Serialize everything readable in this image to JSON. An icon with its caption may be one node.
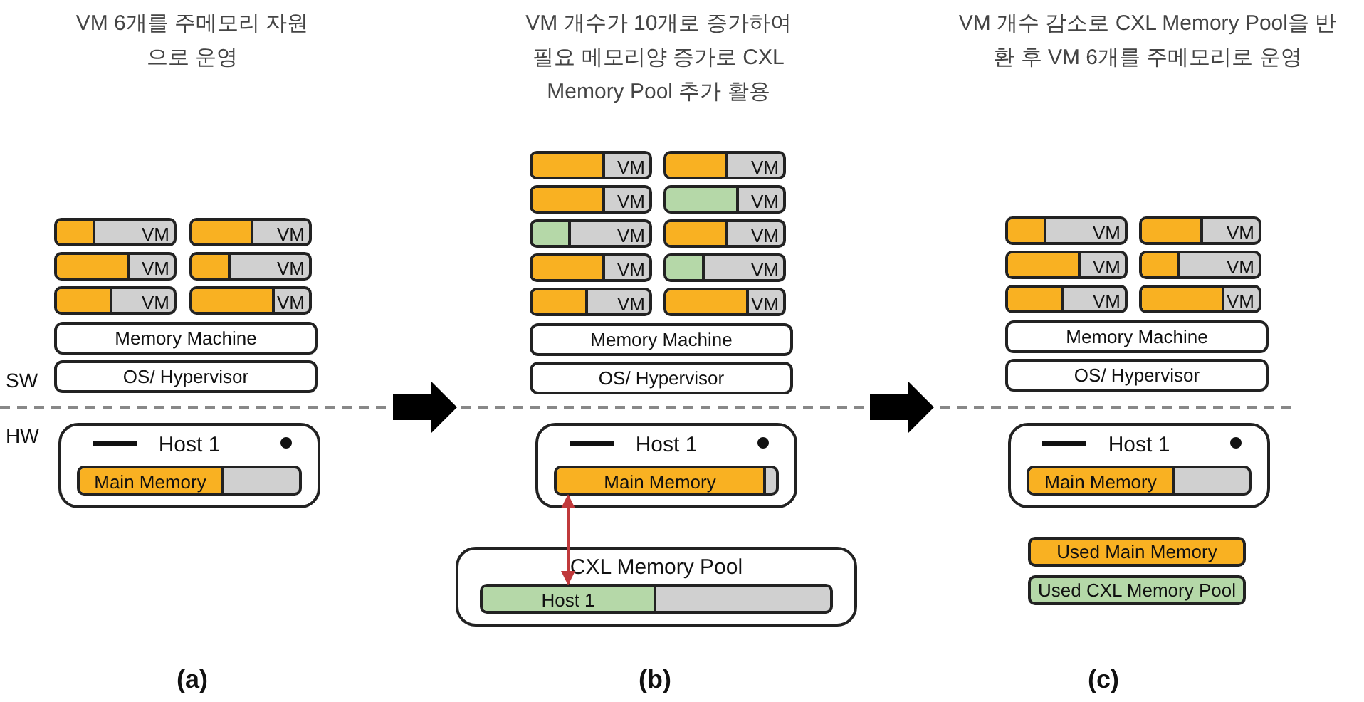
{
  "diagram": {
    "nodes": [
      {
        "text": [
          "VM"
        ]
      },
      {
        "text": [
          "VM"
        ]
      },
      {
        "text": [
          "VM"
        ]
      },
      {
        "text": [
          "VM"
        ]
      },
      {
        "text": [
          "VM"
        ]
      },
      {
        "text": [
          "VM"
        ]
      },
      {
        "text": [
          "Memory Machine"
        ]
      },
      {
        "text": [
          "OS/ Hypervisor"
        ]
      },
      {
        "text": [
          "Host 1"
        ]
      },
      {
        "text": [
          "Main Memory"
        ],
        "in": 8
      },
      {
        "text": [
          "VM"
        ]
      },
      {
        "text": [
          "VM"
        ]
      },
      {
        "text": [
          "VM"
        ]
      },
      {
        "text": [
          "VM"
        ]
      },
      {
        "text": [
          "VM"
        ]
      },
      {
        "text": [
          "VM"
        ]
      },
      {
        "text": [
          "VM"
        ]
      },
      {
        "text": [
          "VM"
        ]
      },
      {
        "text": [
          "VM"
        ]
      },
      {
        "text": [
          "VM"
        ]
      },
      {
        "text": [
          "Memory Machine"
        ]
      },
      {
        "text": [
          "OS/ Hypervisor"
        ]
      },
      {
        "text": [
          "Host 1"
        ]
      },
      {
        "text": [
          "Main Memory"
        ],
        "in": 22
      },
      {
        "text": [
          "CXL Memory Pool"
        ]
      },
      {
        "text": [
          "Host 1"
        ],
        "in": 24
      },
      {
        "text": [
          "VM"
        ]
      },
      {
        "text": [
          "VM"
        ]
      },
      {
        "text": [
          "VM"
        ]
      },
      {
        "text": [
          "VM"
        ]
      },
      {
        "text": [
          "VM"
        ]
      },
      {
        "text": [
          "VM"
        ]
      },
      {
        "text": [
          "Memory Machine"
        ]
      },
      {
        "text": [
          "OS/ Hypervisor"
        ]
      },
      {
        "text": [
          "Host 1"
        ]
      },
      {
        "text": [
          "Main Memory"
        ],
        "in": 34
      }
    ],
    "edges": [
      {
        "from": 23,
        "to": 25,
        "arrow": "both",
        "color": "#c0393b"
      }
    ],
    "labels": [
      "VM 6개를 주메모리 자원으로 운영",
      "VM 개수가 10개로 증가하여 필요 메모리양 증가로 CXL Memory Pool 추가 활용",
      "VM 개수 감소로 CXL Memory Pool을 반환 후 VM 6개를 주메모리로 운영",
      "SW",
      "HW",
      "(a)",
      "(b)",
      "(c)"
    ],
    "legend": [
      {
        "text": "Used Main Memory",
        "color": "#f9b122"
      },
      {
        "text": "Used CXL Memory Pool",
        "color": "#b5d8a8"
      }
    ]
  }
}
